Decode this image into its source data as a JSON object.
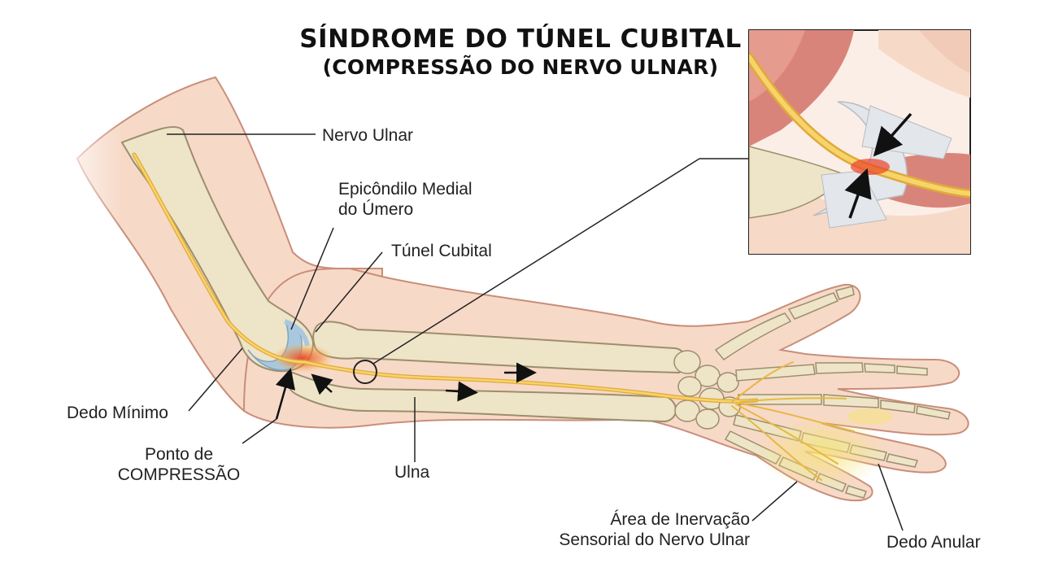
{
  "title": {
    "line1": "SÍNDROME DO TÚNEL CUBITAL",
    "line2": "(COMPRESSÃO DO NERVO ULNAR)"
  },
  "labels": {
    "nervo_ulnar": "Nervo Ulnar",
    "epicondilo_line1": "Epicôndilo Medial",
    "epicondilo_line2": "do Úmero",
    "tunel_cubital": "Túnel Cubital",
    "dedo_minimo": "Dedo Mínimo",
    "ponto_line1": "Ponto de",
    "ponto_line2": "COMPRESSÃO",
    "ulna": "Ulna",
    "area_line1": "Área de Inervação",
    "area_line2": "Sensorial do Nervo Ulnar",
    "dedo_anular": "Dedo Anular"
  },
  "colors": {
    "skin": "#f7d9c8",
    "skin_outline": "#c98e7a",
    "bone": "#eee4c8",
    "bone_outline": "#9c8e6c",
    "nerve": "#f2c44e",
    "compression": "#e8432a",
    "cartilage": "#a9c8e0",
    "muscle": "#d9847a",
    "ligament": "#e3e6ea",
    "sensory_area": "#f6e27a"
  }
}
